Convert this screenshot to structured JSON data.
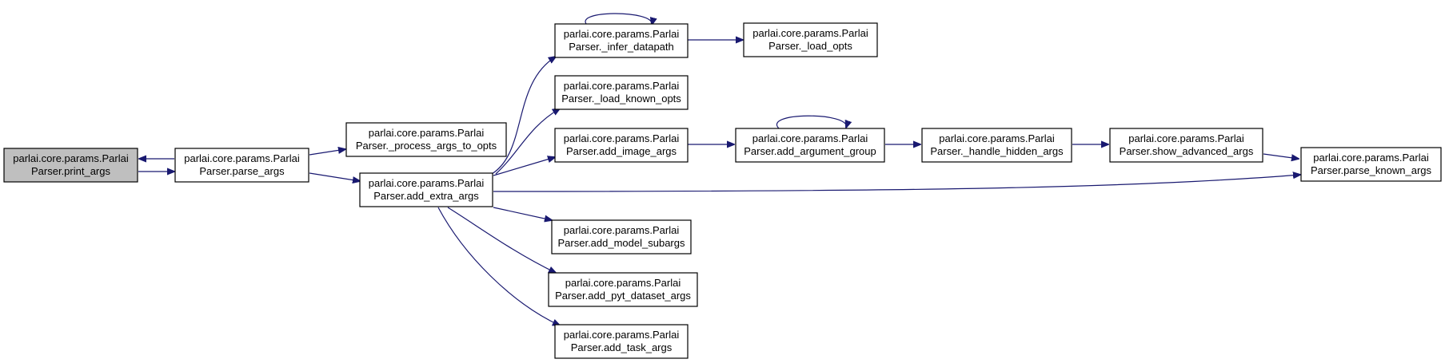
{
  "nodes": [
    {
      "id": "print_args",
      "line1": "parlai.core.params.Parlai",
      "line2": "Parser.print_args",
      "root": true
    },
    {
      "id": "parse_args",
      "line1": "parlai.core.params.Parlai",
      "line2": "Parser.parse_args"
    },
    {
      "id": "process_args_to_opts",
      "line1": "parlai.core.params.Parlai",
      "line2": "Parser._process_args_to_opts"
    },
    {
      "id": "add_extra_args",
      "line1": "parlai.core.params.Parlai",
      "line2": "Parser.add_extra_args"
    },
    {
      "id": "infer_datapath",
      "line1": "parlai.core.params.Parlai",
      "line2": "Parser._infer_datapath"
    },
    {
      "id": "load_opts",
      "line1": "parlai.core.params.Parlai",
      "line2": "Parser._load_opts"
    },
    {
      "id": "load_known_opts",
      "line1": "parlai.core.params.Parlai",
      "line2": "Parser._load_known_opts"
    },
    {
      "id": "add_image_args",
      "line1": "parlai.core.params.Parlai",
      "line2": "Parser.add_image_args"
    },
    {
      "id": "add_argument_group",
      "line1": "parlai.core.params.Parlai",
      "line2": "Parser.add_argument_group"
    },
    {
      "id": "handle_hidden_args",
      "line1": "parlai.core.params.Parlai",
      "line2": "Parser._handle_hidden_args"
    },
    {
      "id": "show_advanced_args",
      "line1": "parlai.core.params.Parlai",
      "line2": "Parser.show_advanced_args"
    },
    {
      "id": "parse_known_args",
      "line1": "parlai.core.params.Parlai",
      "line2": "Parser.parse_known_args"
    },
    {
      "id": "add_model_subargs",
      "line1": "parlai.core.params.Parlai",
      "line2": "Parser.add_model_subargs"
    },
    {
      "id": "add_pyt_dataset_args",
      "line1": "parlai.core.params.Parlai",
      "line2": "Parser.add_pyt_dataset_args"
    },
    {
      "id": "add_task_args",
      "line1": "parlai.core.params.Parlai",
      "line2": "Parser.add_task_args"
    }
  ],
  "edges": [
    {
      "from": "print_args",
      "to": "parse_args"
    },
    {
      "from": "parse_args",
      "to": "print_args"
    },
    {
      "from": "parse_args",
      "to": "process_args_to_opts"
    },
    {
      "from": "parse_args",
      "to": "add_extra_args"
    },
    {
      "from": "add_extra_args",
      "to": "infer_datapath"
    },
    {
      "from": "add_extra_args",
      "to": "load_known_opts"
    },
    {
      "from": "add_extra_args",
      "to": "add_image_args"
    },
    {
      "from": "add_extra_args",
      "to": "parse_known_args"
    },
    {
      "from": "add_extra_args",
      "to": "add_model_subargs"
    },
    {
      "from": "add_extra_args",
      "to": "add_pyt_dataset_args"
    },
    {
      "from": "add_extra_args",
      "to": "add_task_args"
    },
    {
      "from": "infer_datapath",
      "to": "infer_datapath"
    },
    {
      "from": "infer_datapath",
      "to": "load_opts"
    },
    {
      "from": "add_image_args",
      "to": "add_argument_group"
    },
    {
      "from": "add_argument_group",
      "to": "add_argument_group"
    },
    {
      "from": "add_argument_group",
      "to": "handle_hidden_args"
    },
    {
      "from": "handle_hidden_args",
      "to": "show_advanced_args"
    },
    {
      "from": "show_advanced_args",
      "to": "parse_known_args"
    }
  ]
}
